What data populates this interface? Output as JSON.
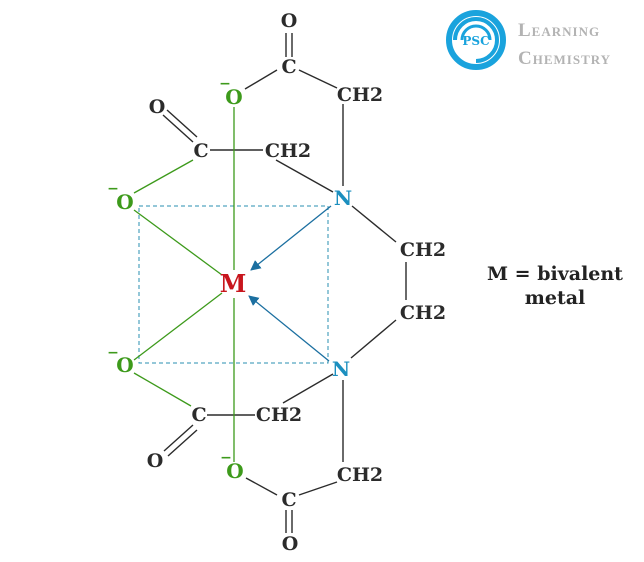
{
  "logo": {
    "mark": "PSC",
    "line1": "Learning",
    "line2": "Chemistry",
    "color": "#1aa3dd"
  },
  "atoms": {
    "metal": "M",
    "n_top": "N",
    "n_bottom": "N",
    "o_top": "O",
    "o_upper_left": "O",
    "o_lower_left": "O",
    "o_bottom": "O",
    "o_top_carbonyl": "O",
    "o_upper_carbonyl": "O",
    "o_lower_carbonyl": "O",
    "o_bottom_carbonyl": "O",
    "c_top": "C",
    "c_upper": "C",
    "c_lower": "C",
    "c_bottom": "C",
    "ch2_top": "CH2",
    "ch2_upper": "CH2",
    "ch2_bridge_top": "CH2",
    "ch2_bridge_bottom": "CH2",
    "ch2_lower": "CH2",
    "ch2_bottom": "CH2",
    "minus": "−"
  },
  "legend": {
    "line1": "M = bivalent",
    "line2": "metal"
  },
  "colors": {
    "bond": "#2b2b2b",
    "oxygen_bond": "#3d9a1b",
    "nitrogen_bond": "#1b6fa0",
    "metal": "#c8161d",
    "nitrogen": "#1b8fbf",
    "oxygen": "#3d9a1b",
    "dashed_box": "#2a8fb0"
  }
}
